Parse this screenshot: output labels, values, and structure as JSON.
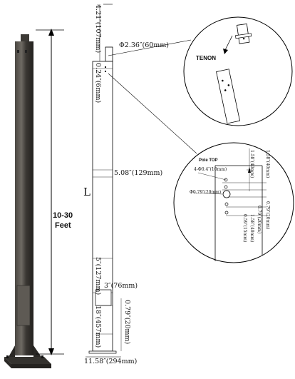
{
  "photo": {
    "height_label": "10-30",
    "height_unit": "Feet"
  },
  "drawing": {
    "top_height": "4.21″(107mm)",
    "tenon_diameter": "Φ2.36″(60mm)",
    "hole_offset": "0.24″(6mm)",
    "length_symbol": "L",
    "pole_width": "5.08″(129mm)",
    "door_top_offset": "5″(127mm)",
    "door_width": "3″(76mm)",
    "door_height": "18″(457mm)",
    "base_offset": "0.79″(20mm)",
    "base_width": "11.58″(294mm)"
  },
  "detail_top": {
    "label": "TENON"
  },
  "detail_bottom": {
    "pole_top": "Pole TOP",
    "hole_label_1": "4-Φ0.4″(10mm)",
    "hole_label_2": "Φ0.79″(20mm)",
    "dim_1": "1.58″(40mm)",
    "dim_2": "1.58″(40mm)",
    "dim_3": "0.79″(20mm)",
    "dim_4": "0.79″(20mm)",
    "dim_5": "1.58″(40mm)",
    "dim_6": "0.59″(15mm)"
  }
}
